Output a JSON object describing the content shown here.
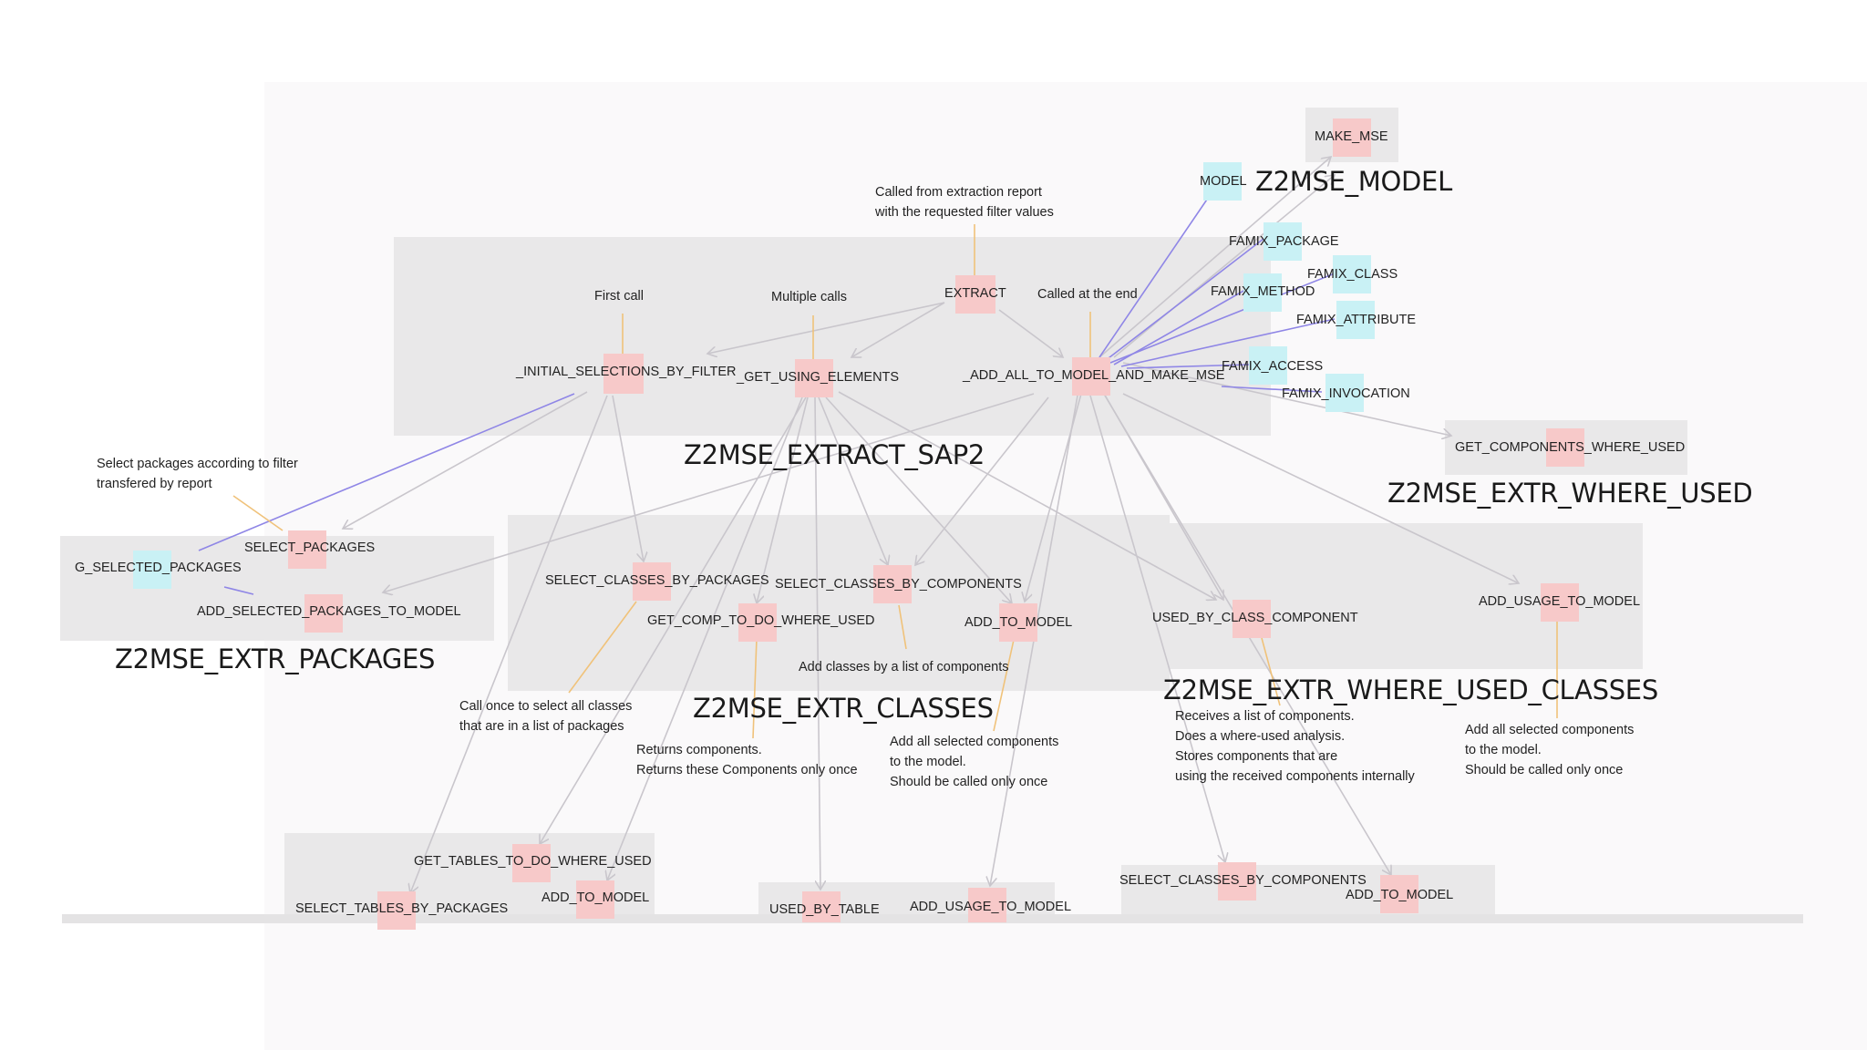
{
  "diagram": {
    "packages": {
      "model": "Z2MSE_MODEL",
      "extract_sap2": "Z2MSE_EXTRACT_SAP2",
      "extr_where_used": "Z2MSE_EXTR_WHERE_USED",
      "extr_packages": "Z2MSE_EXTR_PACKAGES",
      "extr_classes": "Z2MSE_EXTR_CLASSES",
      "extr_where_used_classes": "Z2MSE_EXTR_WHERE_USED_CLASSES"
    },
    "nodes": {
      "make_mse": "MAKE_MSE",
      "model": "MODEL",
      "famix_package": "FAMIX_PACKAGE",
      "famix_class": "FAMIX_CLASS",
      "famix_method": "FAMIX_METHOD",
      "famix_attribute": "FAMIX_ATTRIBUTE",
      "famix_access": "FAMIX_ACCESS",
      "famix_invocation": "FAMIX_INVOCATION",
      "extract": "EXTRACT",
      "initial_selections": "_INITIAL_SELECTIONS_BY_FILTER",
      "get_using_elements": "_GET_USING_ELEMENTS",
      "add_all_to_model": "_ADD_ALL_TO_MODEL_AND_MAKE_MSE",
      "get_components_where_used": "GET_COMPONENTS_WHERE_USED",
      "select_packages": "SELECT_PACKAGES",
      "g_selected_packages": "G_SELECTED_PACKAGES",
      "add_selected_packages": "ADD_SELECTED_PACKAGES_TO_MODEL",
      "select_classes_by_packages": "SELECT_CLASSES_BY_PACKAGES",
      "select_classes_by_components": "SELECT_CLASSES_BY_COMPONENTS",
      "get_comp_to_do": "GET_COMP_TO_DO_WHERE_USED",
      "add_to_model_classes": "ADD_TO_MODEL",
      "used_by_class_component": "USED_BY_CLASS_COMPONENT",
      "add_usage_to_model_wuc": "ADD_USAGE_TO_MODEL",
      "get_tables_to_do": "GET_TABLES_TO_DO_WHERE_USED",
      "add_to_model_tables": "ADD_TO_MODEL",
      "select_tables_by_packages": "SELECT_TABLES_BY_PACKAGES",
      "used_by_table": "USED_BY_TABLE",
      "add_usage_to_model_bottom": "ADD_USAGE_TO_MODEL",
      "select_classes_by_components_bottom": "SELECT_CLASSES_BY_COMPONENTS",
      "add_to_model_bottom": "ADD_TO_MODEL"
    },
    "notes": {
      "called_from": [
        "Called from extraction report",
        "with the requested filter values"
      ],
      "first_call": [
        "First call"
      ],
      "multiple_calls": [
        "Multiple calls"
      ],
      "called_at_end": [
        "Called at the end"
      ],
      "select_packages_note": [
        "Select packages according to filter",
        "transfered by report"
      ],
      "add_classes_note": [
        "Add classes by a list of components"
      ],
      "call_once_note": [
        "Call once to select all classes",
        "that are in a list of packages"
      ],
      "returns_note": [
        "Returns components.",
        "Returns these Components only once"
      ],
      "add_all_note": [
        "Add all selected components",
        "to the model.",
        "Should be called only once"
      ],
      "receives_note": [
        "Receives a list of components.",
        "Does a where-used analysis.",
        "Stores components that are",
        "using the received components internally"
      ],
      "add_all_note2": [
        "Add all selected components",
        "to the model.",
        "Should be called only once"
      ]
    },
    "colors": {
      "method": "#f7c9c9",
      "attribute": "#c9f1f5",
      "group": "#e9e8e9",
      "call_edge": "#c9c6cc",
      "access_edge": "#8f86e6",
      "note_edge": "#f0c27a"
    }
  }
}
